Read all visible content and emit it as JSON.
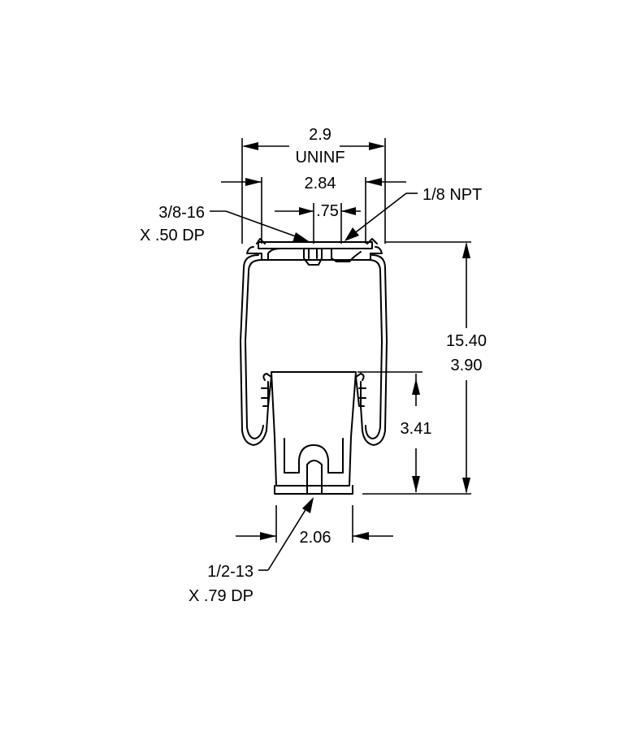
{
  "dimensions": {
    "top_overall": "2.9",
    "top_uninf": "UNINF",
    "top_plate": "2.84",
    "bolt_spacing": ".75",
    "height_a": "15.40",
    "height_b": "3.90",
    "piston_height": "3.41",
    "piston_width": "2.06"
  },
  "callouts": {
    "top_tap_line1": "3/8-16",
    "top_tap_line2": "X .50 DP",
    "air_fitting": "1/8 NPT",
    "bottom_tap_line1": "1/2-13",
    "bottom_tap_line2": "X .79 DP"
  }
}
